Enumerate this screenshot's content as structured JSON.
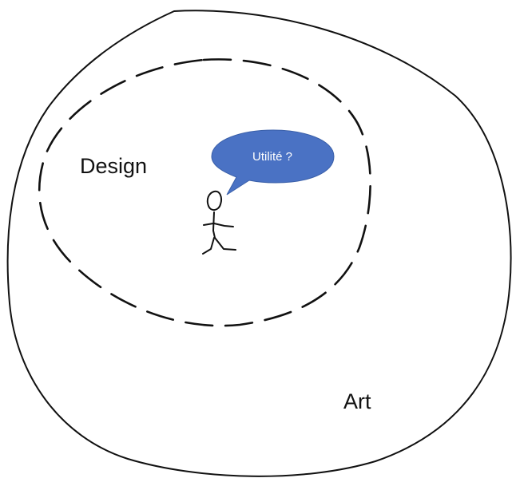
{
  "diagram": {
    "outer_label": "Art",
    "inner_label": "Design",
    "speech_bubble_text": "Utilité ?",
    "colors": {
      "stroke": "#111111",
      "bubble_fill": "#4a72c4",
      "bubble_text": "#ffffff",
      "background": "#ffffff"
    },
    "icons": [
      "stick-figure-icon",
      "speech-bubble-icon"
    ]
  }
}
